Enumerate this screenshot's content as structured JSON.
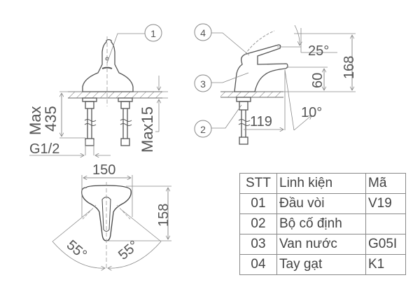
{
  "drawing": {
    "callouts": [
      {
        "id": "1",
        "label": "1"
      },
      {
        "id": "2",
        "label": "2"
      },
      {
        "id": "3",
        "label": "3"
      },
      {
        "id": "4",
        "label": "4"
      }
    ],
    "front_view": {
      "dim_max_label": "Max",
      "dim_435": "435",
      "dim_max15": "Max15",
      "thread": "G1/2"
    },
    "side_view": {
      "angle_25": "25°",
      "dim_168": "168",
      "dim_60": "60",
      "dim_119": "119",
      "angle_10": "10°"
    },
    "top_view": {
      "dim_150": "150",
      "dim_158": "158",
      "angle_left": "55°",
      "angle_right": "55°"
    },
    "colors": {
      "line": "#555555",
      "dim_line": "#888888",
      "background": "#ffffff"
    }
  },
  "parts_table": {
    "headers": [
      "STT",
      "Linh kiện",
      "Mã"
    ],
    "rows": [
      [
        "01",
        "Đầu vòi",
        "V19"
      ],
      [
        "02",
        "Bộ cố định",
        ""
      ],
      [
        "03",
        "Van nước",
        "G05I"
      ],
      [
        "04",
        "Tay gạt",
        "K1"
      ]
    ]
  }
}
